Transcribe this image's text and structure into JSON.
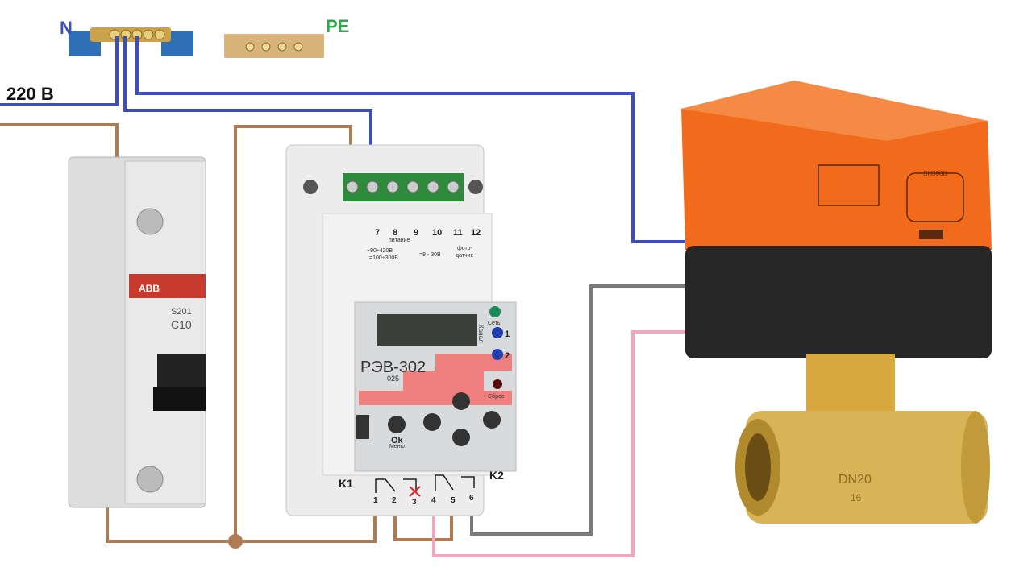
{
  "labels": {
    "neutral": "N",
    "protective_earth": "PE",
    "supply_voltage": "220 В"
  },
  "breaker": {
    "brand": "ABB",
    "model": "S201",
    "rating": "C10"
  },
  "relay": {
    "model": "РЭВ-302",
    "cert_code": "025",
    "top_terminals": [
      "7",
      "8",
      "9",
      "10",
      "11",
      "12"
    ],
    "power_label": "питание",
    "power_ac": "~90÷420В",
    "power_dc": "=100÷300В",
    "dc_range": "=8 - 30В",
    "photo_sensor": "фото-",
    "photo_sensor2": "датчик",
    "led_power": "Сеть",
    "channel_label": "Канал",
    "channel_1": "1",
    "channel_2": "2",
    "reset": "Сброс",
    "ok": "Ok",
    "menu": "Меню",
    "k1": "K1",
    "k2": "K2",
    "bottom_terminals": [
      "1",
      "2",
      "3",
      "4",
      "5",
      "6"
    ]
  },
  "valve": {
    "actuator_model": "SH3000",
    "body_size": "DN20",
    "pressure": "16"
  },
  "colors": {
    "neutral_wire": "#3b4fc0",
    "phase_wire": "#b07a52",
    "gray_wire": "#7a7a7a",
    "pink_wire": "#f0a8c0",
    "pe_green": "#2fa84a",
    "actuator_orange": "#f26a1b"
  }
}
